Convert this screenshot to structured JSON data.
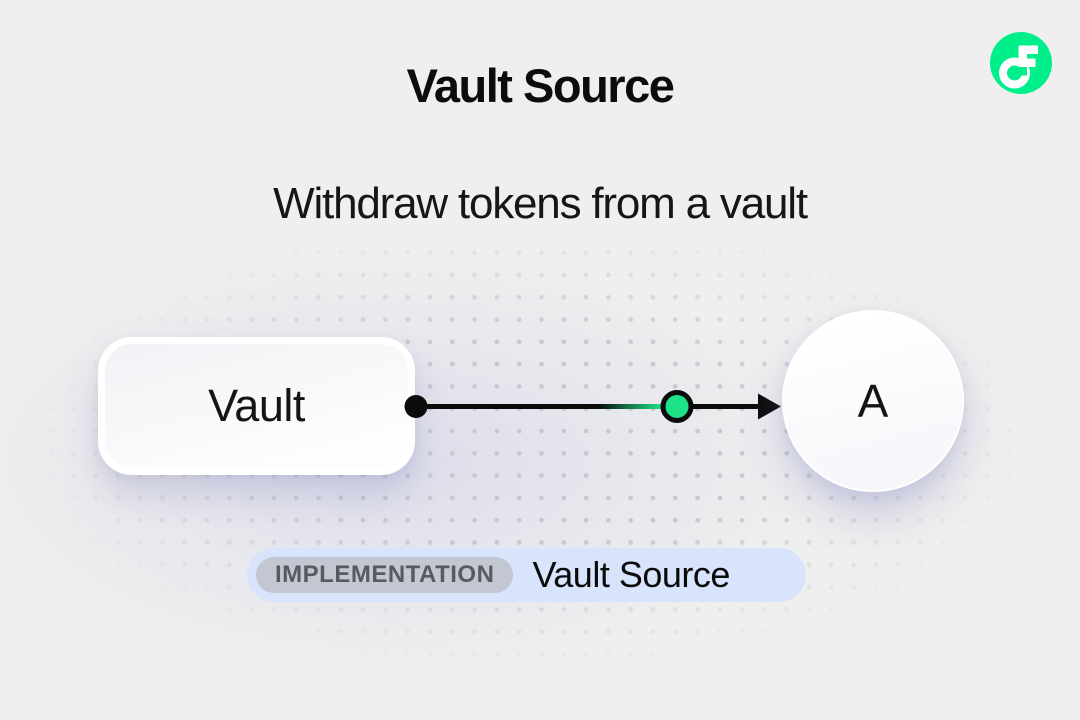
{
  "header": {
    "title": "Vault Source",
    "subtitle": "Withdraw tokens from a vault"
  },
  "logo": {
    "name": "Flow",
    "circle_color": "#00EF8B",
    "glyph_color": "#FFFFFF"
  },
  "diagram": {
    "vault_node": {
      "label": "Vault"
    },
    "account_node": {
      "label": "A"
    },
    "edge": {
      "start_marker": "filled-dot",
      "mid_marker": "green-dot",
      "end_marker": "arrowhead",
      "line_color": "#0B0B0B",
      "mid_marker_color": "#1EE287"
    }
  },
  "badge": {
    "tag_label": "IMPLEMENTATION",
    "value_label": "Vault Source",
    "container_color": "#D8E4FB",
    "tag_bg_color": "#C2C7D2",
    "tag_text_color": "#555A63",
    "value_text_color": "#0B0B0B"
  },
  "colors": {
    "background": "#EFEFEF",
    "dot_grid": "#C7C8D1",
    "accent_green": "#00EF8B",
    "text_primary": "#0C0C0C"
  }
}
